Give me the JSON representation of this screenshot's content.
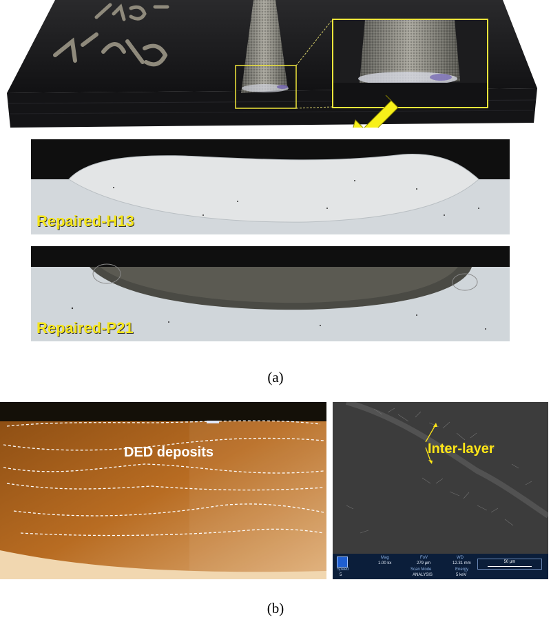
{
  "top_panel": {
    "label_h13": "Repaired-H13",
    "label_p21": "Repaired-P21"
  },
  "captions": {
    "a": "(a)",
    "b": "(b)"
  },
  "optical": {
    "label": "DED deposits"
  },
  "sem": {
    "label": "Inter-layer",
    "info_bar": {
      "mag_header": "Mag",
      "mag_value": "1.00 kx",
      "fov_header": "FoV",
      "fov_value": "279 μm",
      "wd_header": "WD",
      "wd_value": "12.31 mm",
      "speed_header": "Speed",
      "speed_value": "5",
      "scanmode_header": "Scan Mode",
      "scanmode_value": "ANALYSIS",
      "energy_header": "Energy",
      "energy_value": "5 keV",
      "scale": "50 μm"
    }
  },
  "colors": {
    "label_yellow": "#f5e51a",
    "arrow_yellow": "#f7f01a",
    "sem_bar": "#0b1e3a"
  }
}
